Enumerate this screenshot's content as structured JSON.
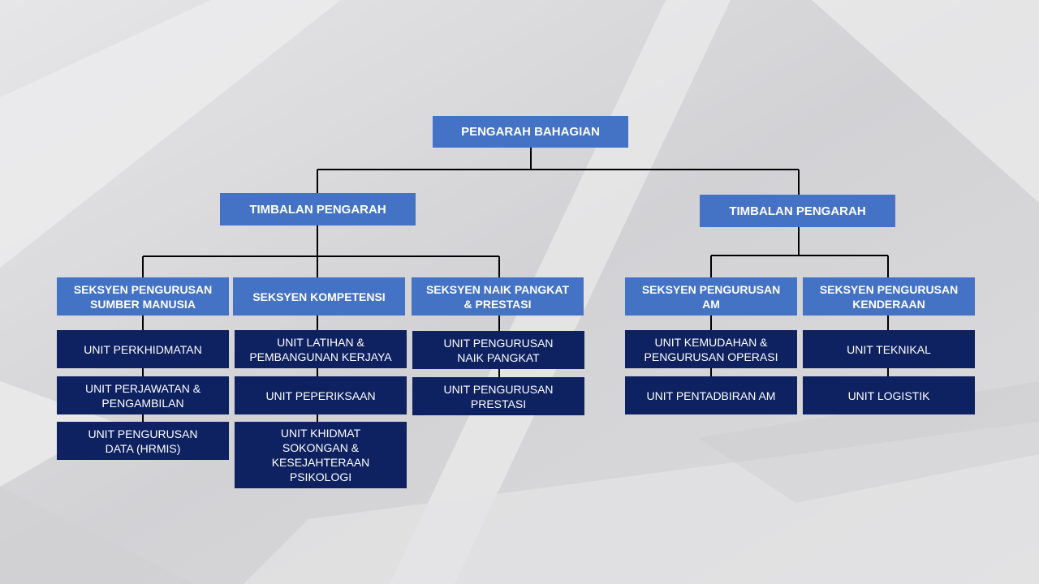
{
  "org": {
    "director": "PENGARAH BAHAGIAN",
    "deputies": [
      {
        "title": "TIMBALAN PENGARAH",
        "sections": [
          {
            "title": "SEKSYEN PENGURUSAN\nSUMBER MANUSIA",
            "units": [
              "UNIT PERKHIDMATAN",
              "UNIT PERJAWATAN &\nPENGAMBILAN",
              "UNIT PENGURUSAN\nDATA (HRMIS)"
            ]
          },
          {
            "title": "SEKSYEN KOMPETENSI",
            "units": [
              "UNIT LATIHAN &\nPEMBANGUNAN KERJAYA",
              "UNIT PEPERIKSAAN",
              "UNIT KHIDMAT\nSOKONGAN &\nKESEJAHTERAAN\nPSIKOLOGI"
            ]
          },
          {
            "title": "SEKSYEN NAIK PANGKAT\n& PRESTASI",
            "units": [
              "UNIT PENGURUSAN\nNAIK PANGKAT",
              "UNIT PENGURUSAN\nPRESTASI"
            ]
          }
        ]
      },
      {
        "title": "TIMBALAN PENGARAH",
        "sections": [
          {
            "title": "SEKSYEN PENGURUSAN\nAM",
            "units": [
              "UNIT KEMUDAHAN &\nPENGURUSAN OPERASI",
              "UNIT PENTADBIRAN AM"
            ]
          },
          {
            "title": "SEKSYEN PENGURUSAN\nKENDERAAN",
            "units": [
              "UNIT TEKNIKAL",
              "UNIT LOGISTIK"
            ]
          }
        ]
      }
    ]
  }
}
